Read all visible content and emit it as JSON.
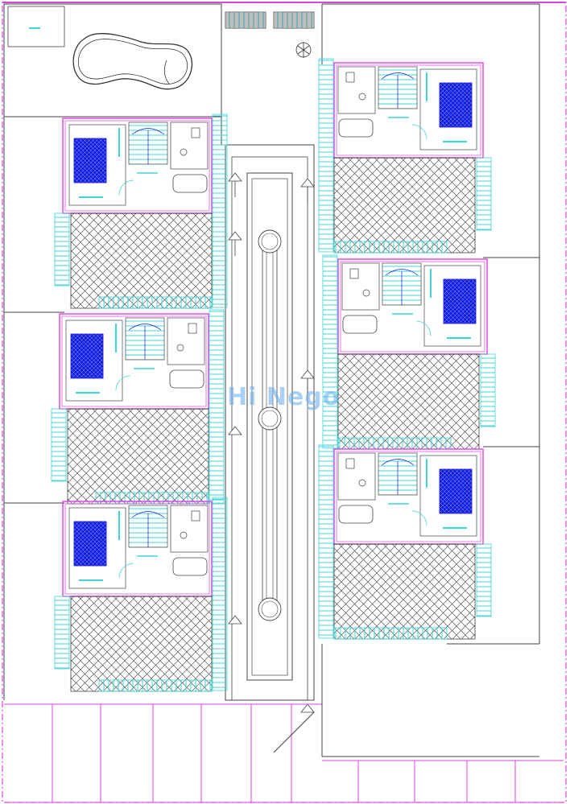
{
  "drawing": {
    "type": "site-plan",
    "units_east": 3,
    "units_west": 3,
    "has_pool": true,
    "has_central_walkway": true
  },
  "watermark": {
    "text": "Hi Nego"
  },
  "colors": {
    "background": "#ffffff",
    "wall": "#e040e0",
    "line": "#444444",
    "paving": "#555555",
    "railing": "#3fd6d6",
    "bed": "#1a1ae6",
    "bed_line": "#6fa8ff",
    "watermark": "#64aaeb"
  }
}
